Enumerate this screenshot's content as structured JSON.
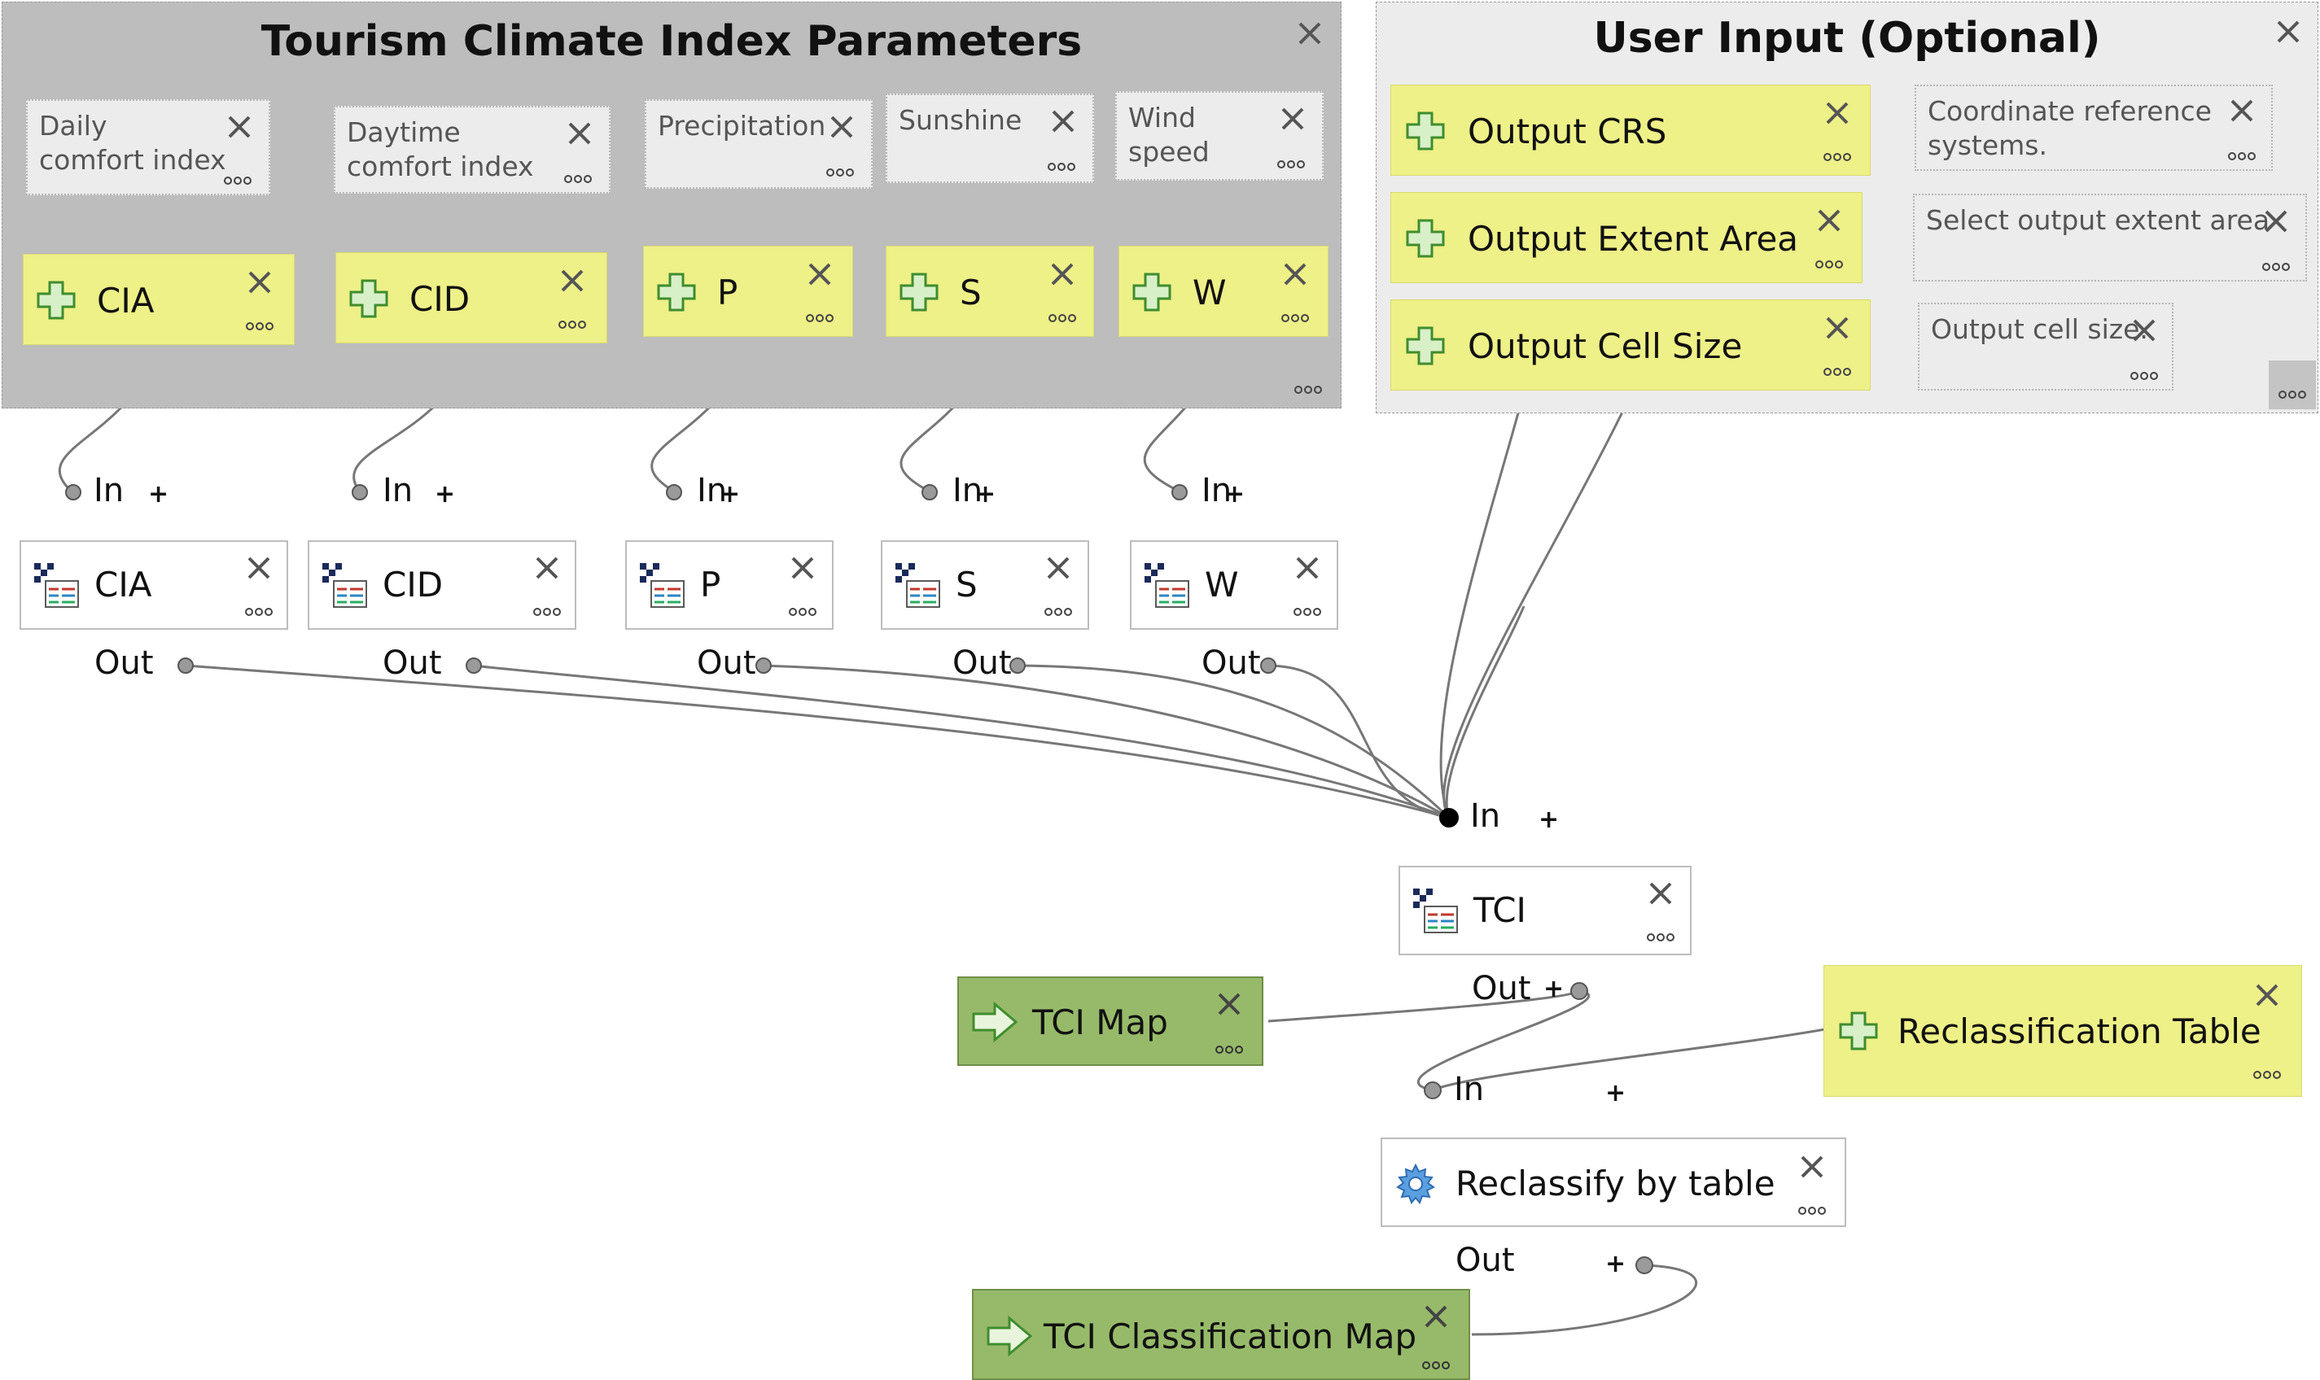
{
  "groups": {
    "tci_params_title": "Tourism Climate Index Parameters",
    "user_input_title": "User Input (Optional)"
  },
  "comments": {
    "daily_comfort_line1": "Daily",
    "daily_comfort_line2": "comfort index",
    "daytime_comfort_line1": "Daytime",
    "daytime_comfort_line2": "comfort index",
    "precipitation": "Precipitation",
    "sunshine": "Sunshine",
    "wind_line1": "Wind",
    "wind_line2": "speed",
    "crs_line1": "Coordinate reference",
    "crs_line2": "systems.",
    "extent": "Select output extent area",
    "cellsize": "Output cell size."
  },
  "inputs": {
    "cia": "CIA",
    "cid": "CID",
    "p": "P",
    "s": "S",
    "w": "W",
    "output_crs": "Output CRS",
    "output_extent": "Output Extent Area",
    "output_cell_size": "Output Cell Size",
    "reclass_table": "Reclassification Table"
  },
  "algorithms": {
    "cia": "CIA",
    "cid": "CID",
    "p": "P",
    "s": "S",
    "w": "W",
    "tci": "TCI",
    "reclassify": "Reclassify by table"
  },
  "outputs": {
    "tci_map": "TCI Map",
    "tci_class_map": "TCI Classification Map"
  },
  "ports": {
    "in": "In",
    "out": "Out",
    "plus": "+"
  },
  "colors": {
    "group_params_bg": "#bdbdbd",
    "group_user_bg": "#ececec",
    "input_bg": "#eef088",
    "output_bg": "#97ba6a",
    "comment_bg": "#ececec"
  },
  "icons": {
    "input_icon": "green-plus-icon",
    "algorithm_icon": "raster-calculator-icon",
    "reclassify_icon": "gear-icon",
    "output_icon": "arrow-right-icon",
    "remove_icon": "close-icon",
    "menu_icon": "ellipsis-icon"
  }
}
